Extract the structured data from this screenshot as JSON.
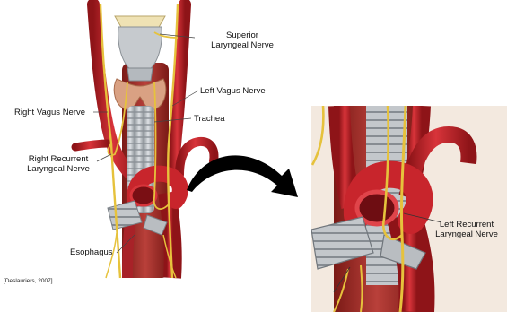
{
  "labels": {
    "superior_laryngeal": [
      "Superior",
      "Laryngeal Nerve"
    ],
    "left_vagus": "Left Vagus Nerve",
    "right_vagus": "Right Vagus Nerve",
    "trachea": "Trachea",
    "right_recurrent": [
      "Right Recurrent",
      "Laryngeal Nerve"
    ],
    "esophagus": "Esophagus",
    "left_recurrent": [
      "Left Recurrent",
      "Laryngeal Nerve"
    ]
  },
  "citation": "[Deslauriers, 2007]",
  "colors": {
    "artery": "#c8252c",
    "artery_dark": "#8e1418",
    "nerve": "#e6c23c",
    "trachea": "#c7cbcf",
    "thyroid": "#d9a183",
    "arrow": "#000000"
  }
}
